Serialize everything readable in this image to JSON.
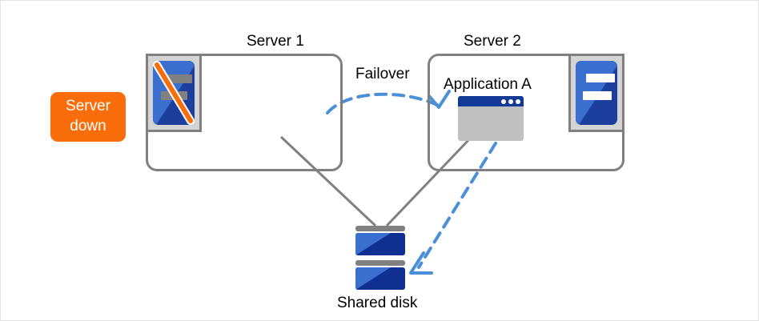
{
  "diagram": {
    "title_server1": "Server 1",
    "title_server2": "Server 2",
    "failover_label": "Failover",
    "application_label": "Application A",
    "shared_disk_label": "Shared disk",
    "status_badge": {
      "line1": "Server",
      "line2": "down"
    },
    "colors": {
      "badge_background": "#f96e0a",
      "badge_text": "#ffffff",
      "box_border": "#808080",
      "arrow_blue": "#4a90d9",
      "server_blue_dark": "#1c3f9e",
      "server_blue_light": "#3a6fd0",
      "app_titlebar": "#123a96",
      "app_body": "#c0c0c0",
      "icon_frame": "#d4d4d4",
      "disk_dark": "#0f3090",
      "text": "#000000"
    }
  }
}
